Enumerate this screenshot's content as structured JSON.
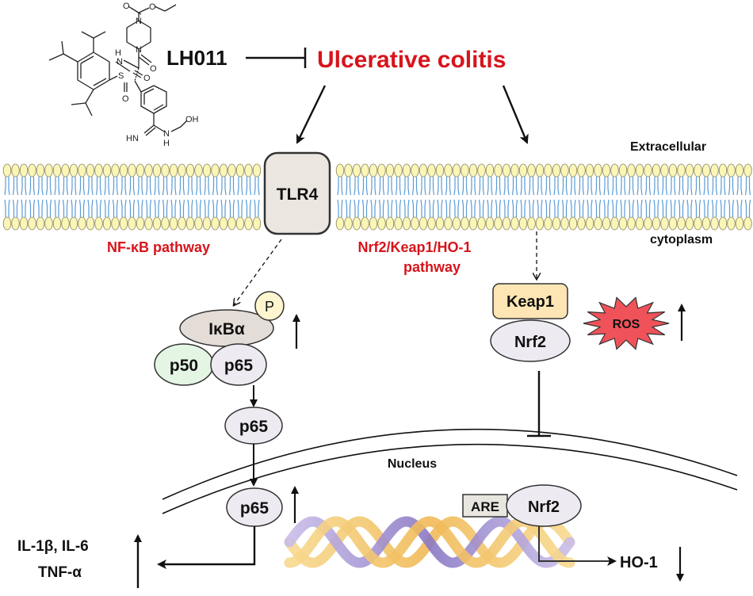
{
  "drug": {
    "name": "LH011",
    "structure_labels": {
      "oxygen": "O",
      "nitrogen": "N",
      "amine_h": "H",
      "sulfur": "S",
      "imine": "HN",
      "hydroxylamine": "N",
      "oh": "OH",
      "h": "H"
    }
  },
  "disease": "Ulcerative colitis",
  "regions": {
    "extracellular": "Extracellular",
    "cytoplasm": "cytoplasm",
    "nucleus": "Nucleus"
  },
  "receptor": "TLR4",
  "pathways": {
    "nfkb": "NF-κB pathway",
    "nrf2_line1": "Nrf2/Keap1/HO-1",
    "nrf2_line2": "pathway"
  },
  "proteins": {
    "phospho": "P",
    "ikba": "IκBα",
    "p50": "p50",
    "p65": "p65",
    "p65_mid": "p65",
    "p65_nucleus": "p65",
    "keap1": "Keap1",
    "nrf2": "Nrf2",
    "nrf2_nucleus": "Nrf2",
    "ros": "ROS",
    "are": "ARE"
  },
  "outputs": {
    "cytokines_line1": "IL-1β, IL-6",
    "cytokines_line2": "TNF-α",
    "ho1": "HO-1"
  },
  "colors": {
    "red_text": "#d7141b",
    "tlr4_fill": "#ece6e1",
    "ikba_fill": "#e4dcd6",
    "p_fill": "#fff6cf",
    "p50_fill": "#e4f5e4",
    "p65_fill": "#eeeaf1",
    "keap1_fill": "#fde5b4",
    "ros_fill": "#f0525a",
    "are_fill": "#e8e6df",
    "lipid_head": "#fbf5b8",
    "lipid_tail": "#5b9bd5",
    "dna_orange": "#f2c66e",
    "dna_purple": "#8f7ec5"
  }
}
